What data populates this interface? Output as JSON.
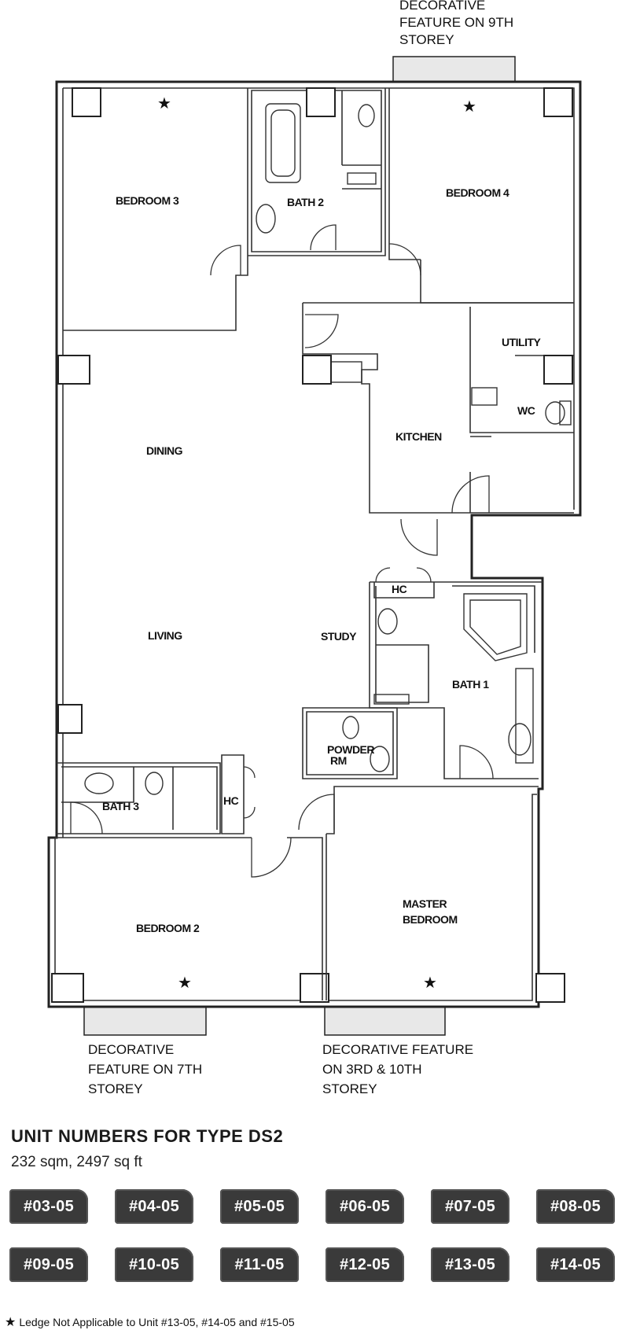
{
  "plan": {
    "rooms": {
      "bedroom3": "BEDROOM 3",
      "bath2": "BATH 2",
      "bedroom4": "BEDROOM 4",
      "utility": "UTILITY",
      "wc": "WC",
      "kitchen": "KITCHEN",
      "dining": "DINING",
      "living": "LIVING",
      "study": "STUDY",
      "hc_top": "HC",
      "bath1": "BATH 1",
      "powder_rm_line1": "POWDER",
      "powder_rm_line2": "RM",
      "bath3": "BATH 3",
      "hc_left": "HC",
      "bedroom2": "BEDROOM 2",
      "master_bedroom_line1": "MASTER",
      "master_bedroom_line2": "BEDROOM"
    },
    "notes": {
      "top_line1": "DECORATIVE",
      "top_line2": "FEATURE ON 9TH",
      "top_line3": "STOREY",
      "left_line1": "DECORATIVE",
      "left_line2": "FEATURE ON 7TH",
      "left_line3": "STOREY",
      "right_line1": "DECORATIVE  FEATURE",
      "right_line2": "ON 3RD & 10TH",
      "right_line3": "STOREY"
    },
    "star": "★"
  },
  "footer": {
    "title": "UNIT NUMBERS FOR TYPE DS2",
    "area": "232 sqm, 2497 sq ft",
    "units_row1": [
      "#03-05",
      "#04-05",
      "#05-05",
      "#06-05",
      "#07-05",
      "#08-05"
    ],
    "units_row2": [
      "#09-05",
      "#10-05",
      "#11-05",
      "#12-05",
      "#13-05",
      "#14-05"
    ],
    "ledge_star": "★",
    "ledge_note": "Ledge Not Applicable to Unit #13-05, #14-05 and #15-05"
  }
}
